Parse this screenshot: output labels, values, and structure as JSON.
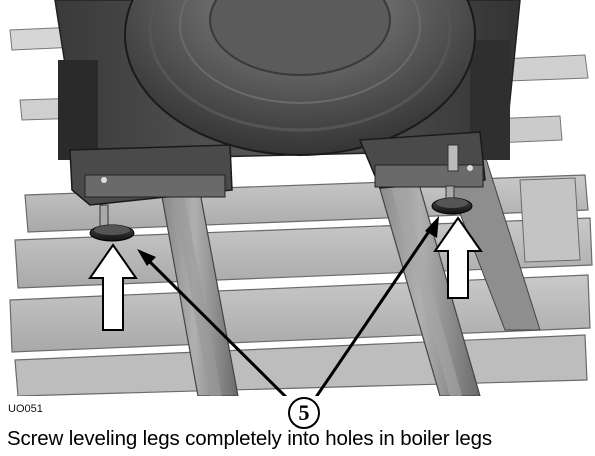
{
  "figure": {
    "code": "UO051",
    "callout_number": "5",
    "caption": "Screw leveling legs completely into holes in boiler legs"
  }
}
